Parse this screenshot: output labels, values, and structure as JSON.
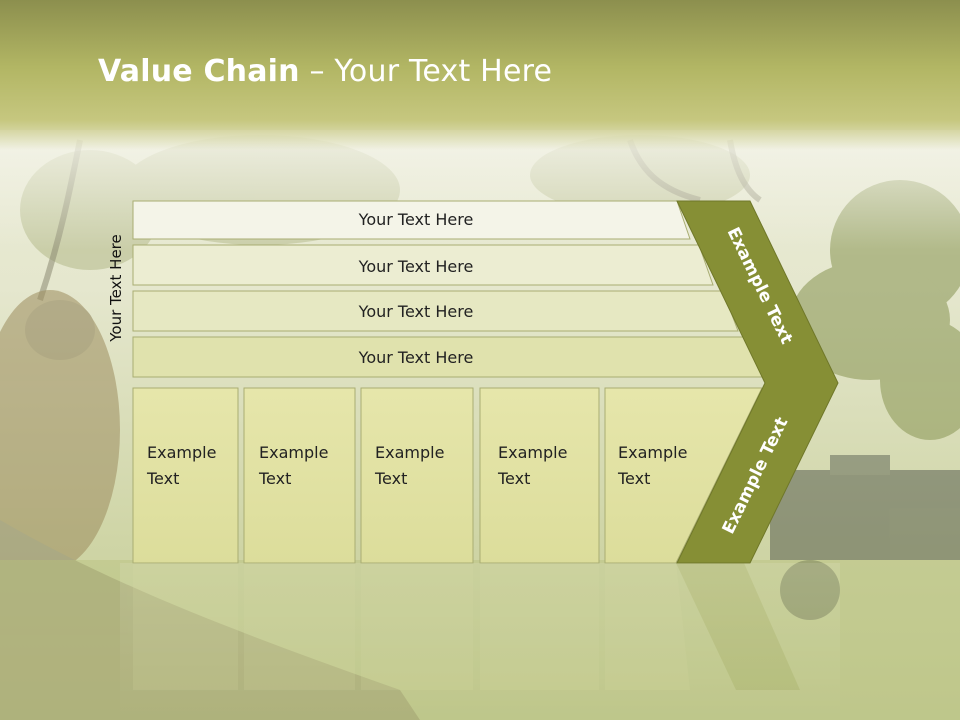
{
  "title": {
    "bold": "Value Chain",
    "rest": " – Your Text Here"
  },
  "side_label": "Your Text Here",
  "rows": [
    "Your Text Here",
    "Your Text Here",
    "Your Text Here",
    "Your Text Here"
  ],
  "columns": [
    {
      "line1": "Example",
      "line2": "Text"
    },
    {
      "line1": "Example",
      "line2": "Text"
    },
    {
      "line1": "Example",
      "line2": "Text"
    },
    {
      "line1": "Example",
      "line2": "Text"
    },
    {
      "line1": "Example",
      "line2": "Text"
    }
  ],
  "arrow": {
    "upper": "Example Text",
    "lower": "Example Text"
  },
  "colors": {
    "arrow": "#868f35",
    "row_top": "#f3f4e6",
    "column": "#e0e1a2"
  }
}
